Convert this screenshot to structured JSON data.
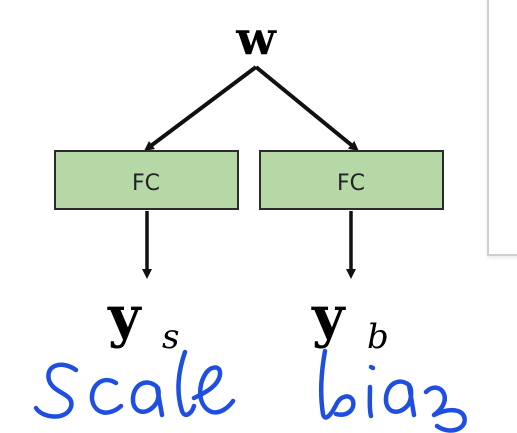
{
  "diagram": {
    "input_label": "w",
    "left_box_label": "FC",
    "right_box_label": "FC",
    "left_output": {
      "main": "y",
      "sub": "s"
    },
    "right_output": {
      "main": "y",
      "sub": "b"
    },
    "annotations": {
      "left": "scale",
      "right": "bias"
    }
  },
  "colors": {
    "box_fill": "#b5d8a6",
    "box_stroke": "#2b2b2b",
    "ink_blue": "#1f4fe0"
  }
}
